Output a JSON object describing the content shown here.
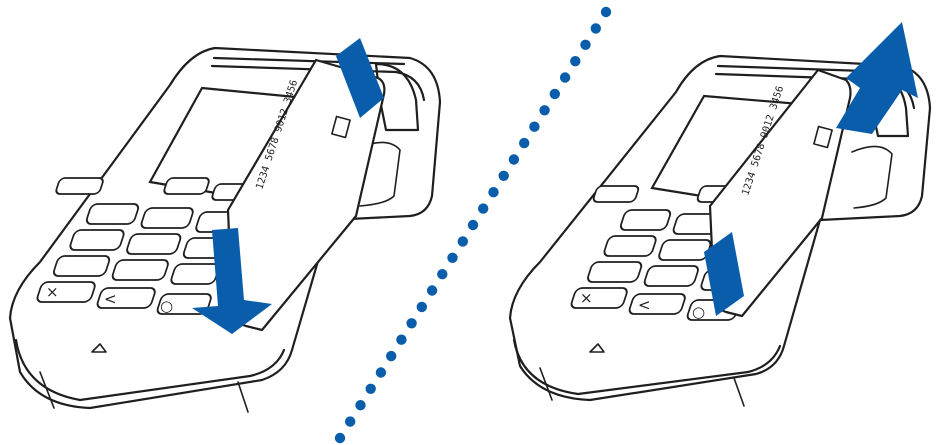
{
  "colors": {
    "arrow": "#0a5dab",
    "dots": "#0a5dab",
    "outline": "#1f1f1f"
  },
  "card": {
    "number": "1234 5678 9012 3456"
  },
  "keys": {
    "cancel": "×",
    "clear": "<",
    "confirm": "○"
  },
  "panels": [
    {
      "arrow_direction": "down"
    },
    {
      "arrow_direction": "up"
    }
  ]
}
